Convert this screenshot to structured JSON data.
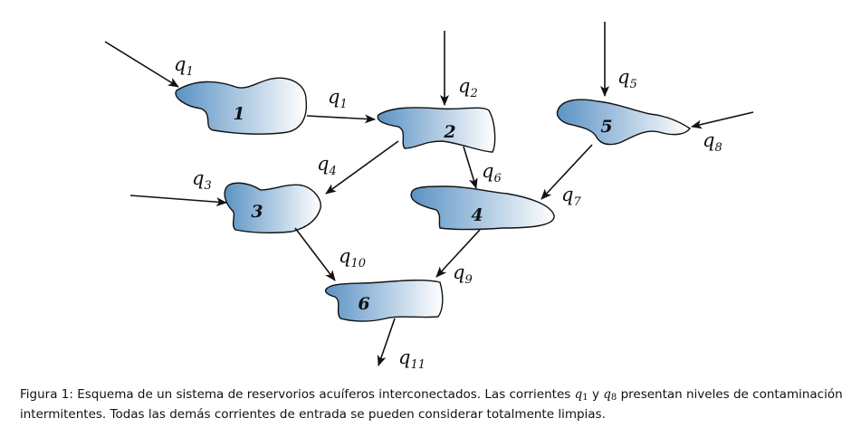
{
  "nodes": [
    {
      "id": "1",
      "label": "1"
    },
    {
      "id": "2",
      "label": "2"
    },
    {
      "id": "3",
      "label": "3"
    },
    {
      "id": "4",
      "label": "4"
    },
    {
      "id": "5",
      "label": "5"
    },
    {
      "id": "6",
      "label": "6"
    }
  ],
  "flows": [
    {
      "symbol": "q",
      "sub": "1",
      "from": "external",
      "to": "1"
    },
    {
      "symbol": "q",
      "sub": "1",
      "from": "1",
      "to": "2"
    },
    {
      "symbol": "q",
      "sub": "2",
      "from": "external",
      "to": "2"
    },
    {
      "symbol": "q",
      "sub": "3",
      "from": "external",
      "to": "3"
    },
    {
      "symbol": "q",
      "sub": "4",
      "from": "2",
      "to": "3"
    },
    {
      "symbol": "q",
      "sub": "5",
      "from": "external",
      "to": "5"
    },
    {
      "symbol": "q",
      "sub": "6",
      "from": "2",
      "to": "4"
    },
    {
      "symbol": "q",
      "sub": "7",
      "from": "5",
      "to": "4"
    },
    {
      "symbol": "q",
      "sub": "8",
      "from": "external",
      "to": "5"
    },
    {
      "symbol": "q",
      "sub": "9",
      "from": "4",
      "to": "6"
    },
    {
      "symbol": "q",
      "sub": "10",
      "from": "3",
      "to": "6"
    },
    {
      "symbol": "q",
      "sub": "11",
      "from": "6",
      "to": "external"
    }
  ],
  "caption": {
    "prefix": "Figura 1: Esquema de un sistema de reservorios acuíferos interconectados. Las corrientes",
    "q_a": "q",
    "q_a_sub": "1",
    "conj": "y",
    "q_b": "q",
    "q_b_sub": "8",
    "suffix": "presentan niveles de contaminación intermitentes. Todas las demás corrientes de entrada se pueden considerar totalmente limpias."
  },
  "colors": {
    "blob_dark": "#5b93c4",
    "blob_light": "#ffffff",
    "ink": "#111111"
  }
}
